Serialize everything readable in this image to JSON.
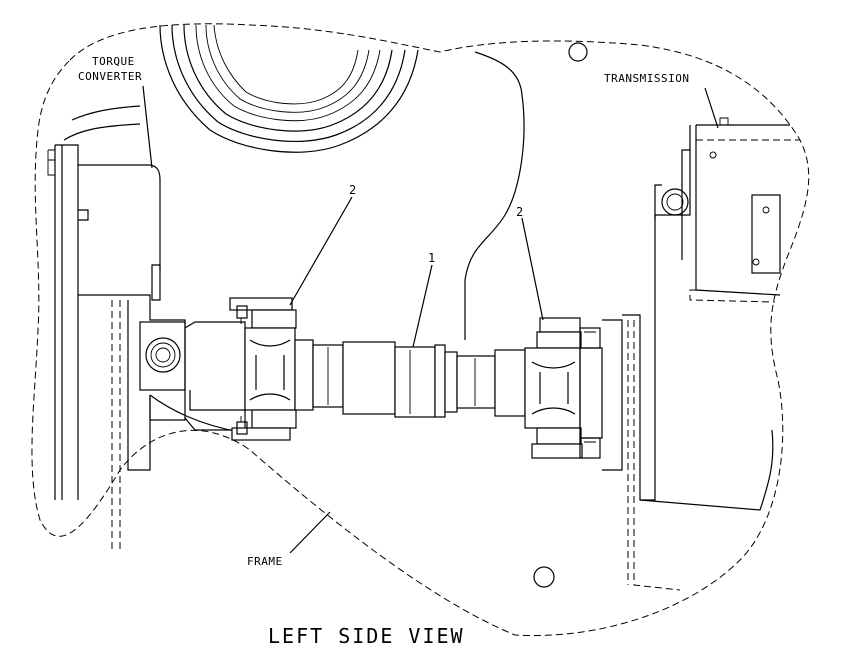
{
  "labels": {
    "torque_converter_line1": "TORQUE",
    "torque_converter_line2": "CONVERTER",
    "transmission": "TRANSMISSION",
    "frame": "FRAME"
  },
  "callouts": {
    "left_universal_joint": "2",
    "drive_shaft": "1",
    "right_universal_joint": "2"
  },
  "caption": "LEFT SIDE VIEW"
}
